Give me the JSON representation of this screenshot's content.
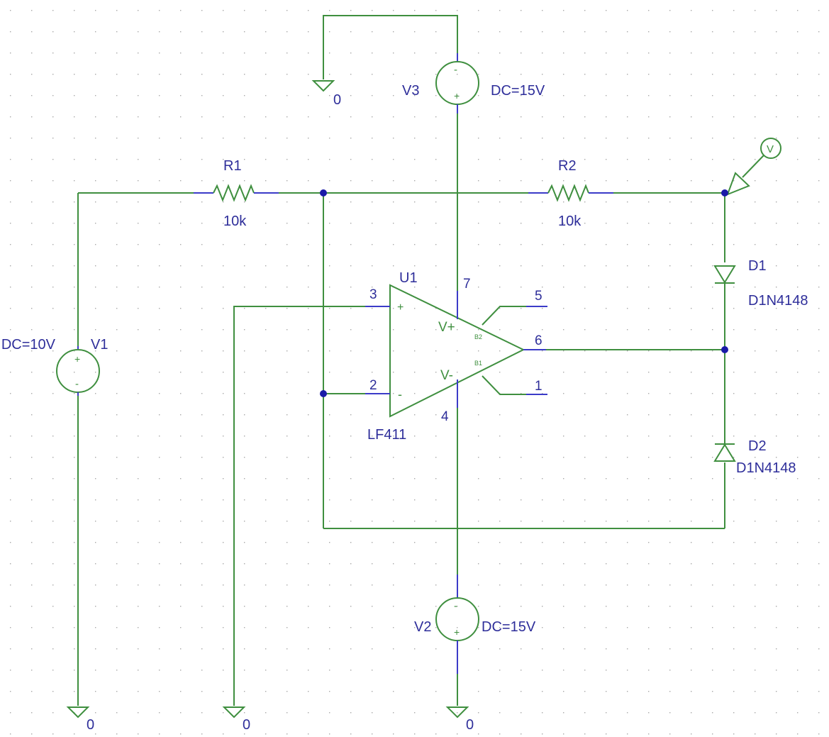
{
  "schematic": {
    "r1": {
      "ref": "R1",
      "value": "10k"
    },
    "r2": {
      "ref": "R2",
      "value": "10k"
    },
    "v1": {
      "ref": "V1",
      "value": "DC=10V"
    },
    "v2": {
      "ref": "V2",
      "value": "DC=15V"
    },
    "v3": {
      "ref": "V3",
      "value": "DC=15V"
    },
    "u1": {
      "ref": "U1",
      "part": "LF411",
      "pin_noninv": "3",
      "pin_inv": "2",
      "pin_vplus": "7",
      "pin_vminus": "4",
      "pin_out": "6",
      "pin_b2": "5",
      "pin_b1": "1",
      "vplus_label": "V+",
      "vminus_label": "V-",
      "b2_label": "B2",
      "b1_label": "B1",
      "plus_sign": "+",
      "minus_sign": "-"
    },
    "d1": {
      "ref": "D1",
      "part": "D1N4148"
    },
    "d2": {
      "ref": "D2",
      "part": "D1N4148"
    },
    "ground_label": "0",
    "probe_label": "V",
    "source_plus": "+",
    "source_minus": "-"
  },
  "colors": {
    "wire": "#3f8f3f",
    "label": "#2e2e9a",
    "junction": "#1a1aa8",
    "grid": "#a8a8a8"
  }
}
